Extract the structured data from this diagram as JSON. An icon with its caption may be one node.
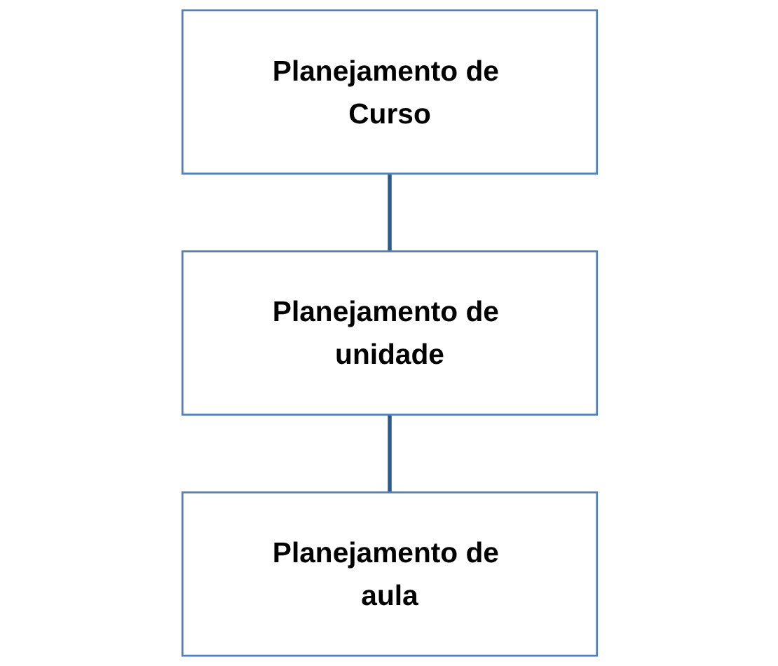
{
  "diagram": {
    "nodes": [
      {
        "text": [
          "Planejamento de Curso"
        ]
      },
      {
        "text": [
          "Planejamento de unidade"
        ]
      },
      {
        "text": [
          "Planejamento de aula"
        ]
      }
    ],
    "edges": [
      {
        "from": 0,
        "to": 1,
        "arrow": "none"
      },
      {
        "from": 1,
        "to": 2,
        "arrow": "none"
      }
    ]
  }
}
